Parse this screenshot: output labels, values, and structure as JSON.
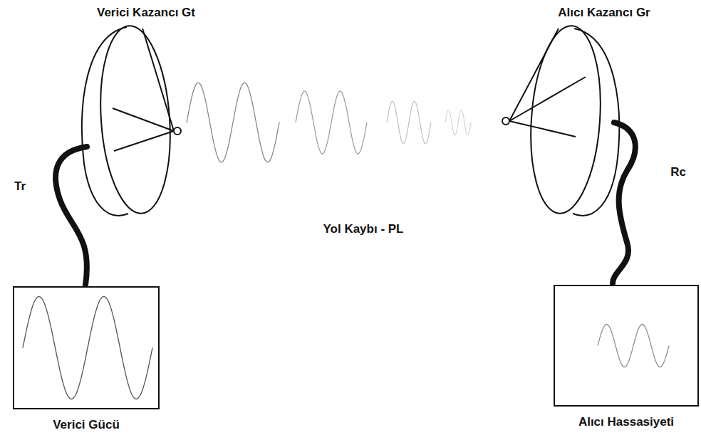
{
  "diagram": {
    "nodes": [
      {
        "text": [
          "Verici Gücü"
        ]
      },
      {
        "text": [
          "Alıcı Hassasiyeti"
        ]
      }
    ],
    "labels": [
      "Verici Kazancı Gt",
      "Alıcı Kazancı Gr",
      "Tr",
      "Rc",
      "Yol Kaybı - PL"
    ]
  }
}
